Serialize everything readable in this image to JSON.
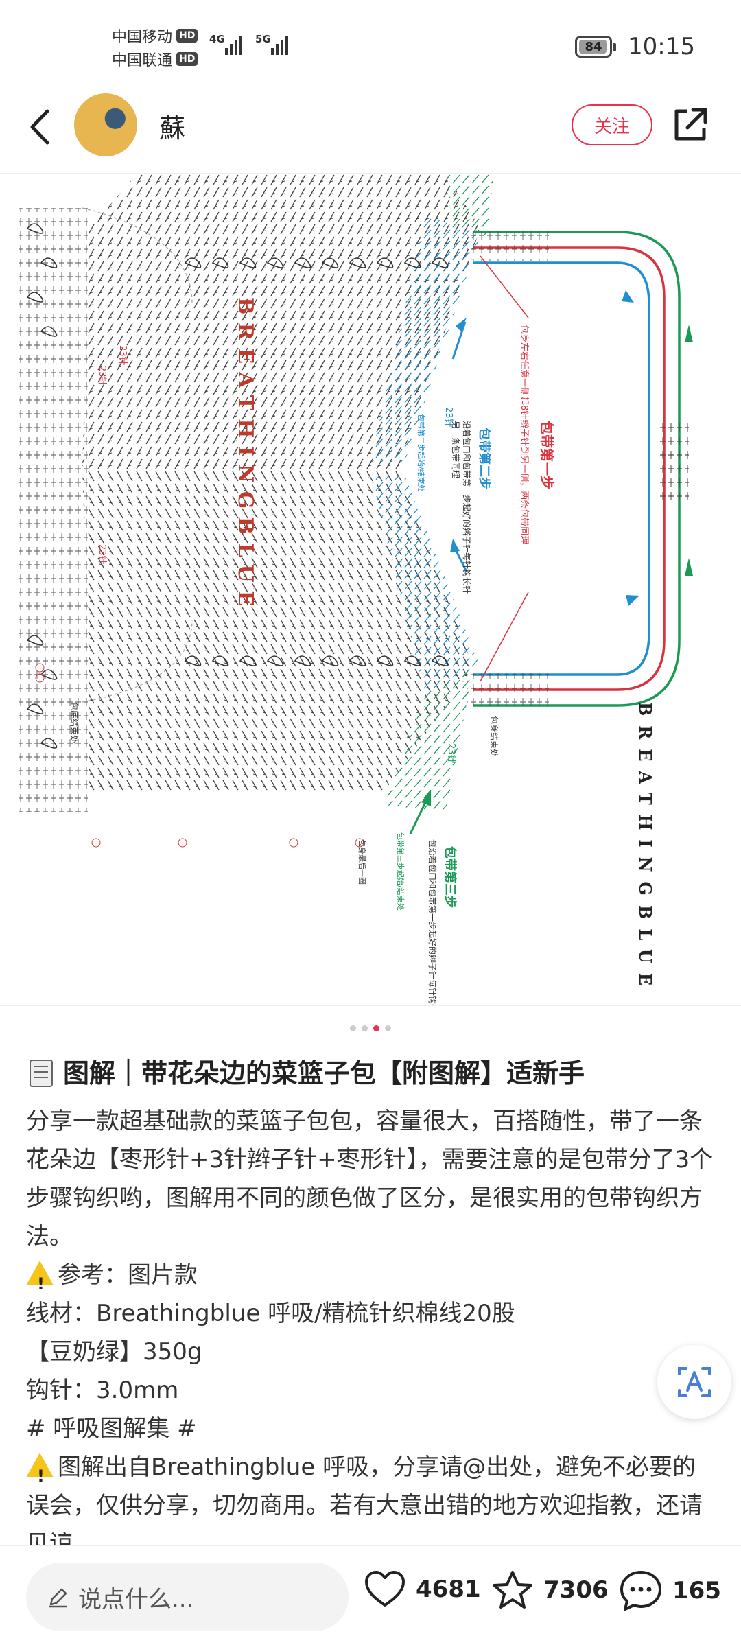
{
  "status_bar": {
    "carrier_1": "中国移动",
    "carrier_2": "中国联通",
    "hd": "HD",
    "net_1": "4G",
    "net_2": "5G",
    "battery": "84",
    "time": "10:15"
  },
  "header": {
    "username": "蘇",
    "follow_label": "关注"
  },
  "image": {
    "title_vertical": "BREATHINGBLUE",
    "brand_vertical": "BREATHINGBLUE",
    "step1_title": "包带第一步",
    "step1_desc": "包身左右任意一侧起8针辫子针到另一侧，两条包带同理",
    "step2_title": "包带第二步",
    "step2_desc": "沿着包口和包带第一步起好的辫子针每针钩长针",
    "step2_desc2": "另一条包带同理",
    "step2_note": "包带第二步起始/结束处",
    "step3_title": "包带第三步",
    "step3_desc": "包沿着包口和包带第一步起好的辫子针每针钩长针",
    "step3_note": "包带第三步起始/结束处",
    "count_23": "23针",
    "bottom_end": "包底结束处",
    "body_end": "包身结束处",
    "body_last": "包身最后一圈",
    "current_page": 3,
    "page_count": 4
  },
  "note": {
    "title": "图解｜带花朵边的菜篮子包【附图解】适新手",
    "paragraph_1": "分享一款超基础款的菜篮子包包，容量很大，百搭随性，带了一条花朵边【枣形针+3针辫子针+枣形针】，需要注意的是包带分了3个步骤钩织哟，图解用不同的颜色做了区分，是很实用的包带钩织方法。",
    "reference": "参考：图片款",
    "yarn": "线材：Breathingblue 呼吸/精梳针织棉线20股",
    "color": "【豆奶绿】350g",
    "hook": "钩针：3.0mm",
    "tag": "# 呼吸图解集 #",
    "disclaimer": "图解出自Breathingblue 呼吸，分享请@出处，避免不必要的误会，仅供分享，切勿商用。若有大意出错的地方欢迎指教，还请见谅"
  },
  "bottom_bar": {
    "comment_placeholder": "说点什么...",
    "likes": "4681",
    "favorites": "7306",
    "comments": "165"
  },
  "colors": {
    "accent": "#e8334f",
    "step1": "#d9333f",
    "step2": "#1f8fd0",
    "step3": "#1a9a55"
  }
}
